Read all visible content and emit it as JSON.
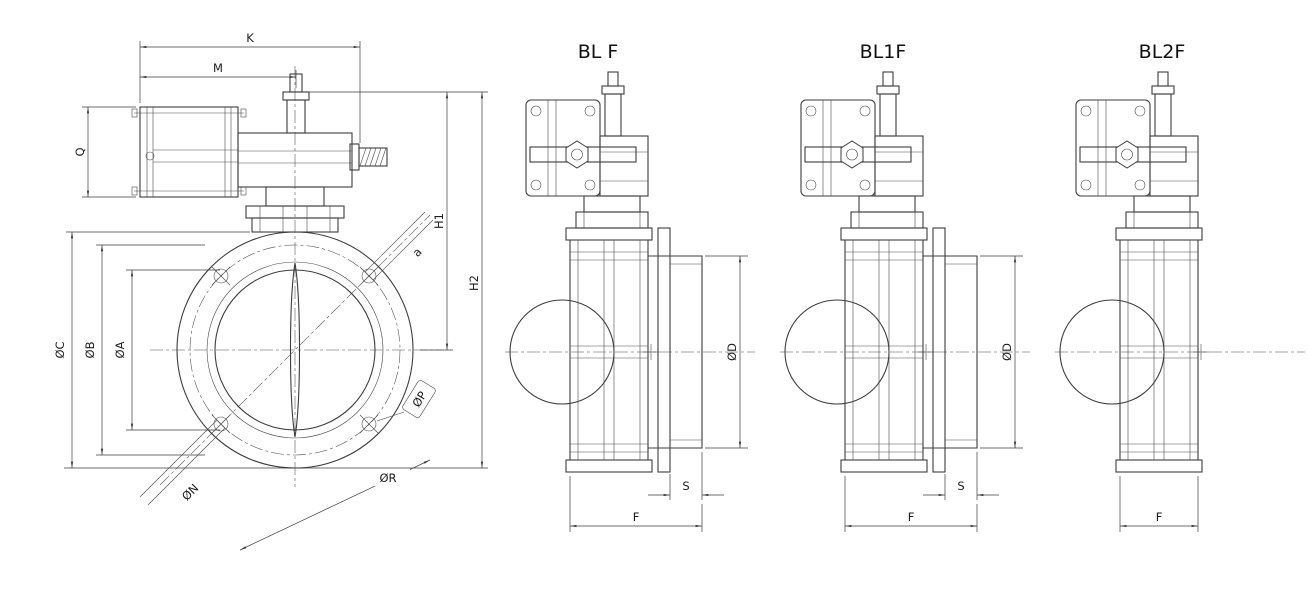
{
  "drawing": {
    "background_color": "#ffffff",
    "line_color": "#3d3d3d",
    "front": {
      "labels": {
        "k": "K",
        "m": "M",
        "q": "Q",
        "h1": "H1",
        "h2": "H2",
        "oc": "ØC",
        "ob": "ØB",
        "oa": "ØA",
        "a": "a",
        "op": "ØP",
        "on": "ØN",
        "or": "ØR"
      }
    },
    "views": [
      {
        "title": "BL F",
        "od": "ØD",
        "s": "S",
        "f": "F"
      },
      {
        "title": "BL1F",
        "od": "ØD",
        "s": "S",
        "f": "F"
      },
      {
        "title": "BL2F",
        "f": "F"
      }
    ]
  }
}
